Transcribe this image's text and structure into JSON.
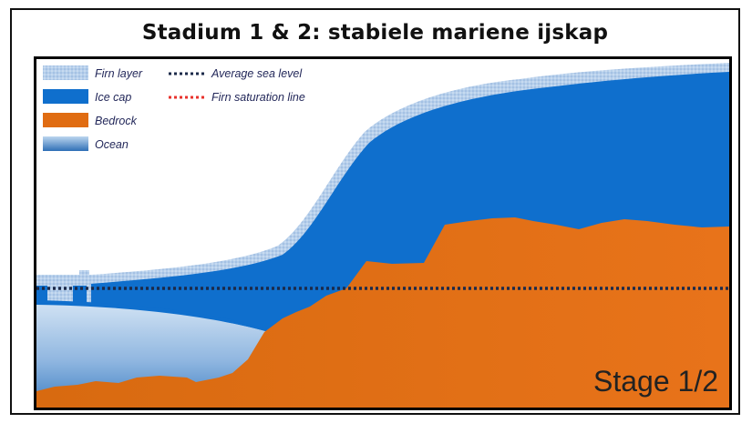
{
  "title": "Stadium 1 & 2: stabiele mariene ijskap",
  "legend": {
    "firn_layer": "Firn layer",
    "ice_cap": "Ice cap",
    "bedrock": "Bedrock",
    "ocean": "Ocean",
    "avg_sea_level": "Average sea level",
    "firn_saturation": "Firn saturation line"
  },
  "stage_label": "Stage 1/2",
  "colors": {
    "firn": "#a9c6e8",
    "ice": "#0f6fcd",
    "bedrock": "#e06c12",
    "ocean_top": "#c6dcf1",
    "ocean_bottom": "#3e7fc3",
    "sea_level_line": "#1c2a4a",
    "saturation_line": "#e8322c"
  }
}
